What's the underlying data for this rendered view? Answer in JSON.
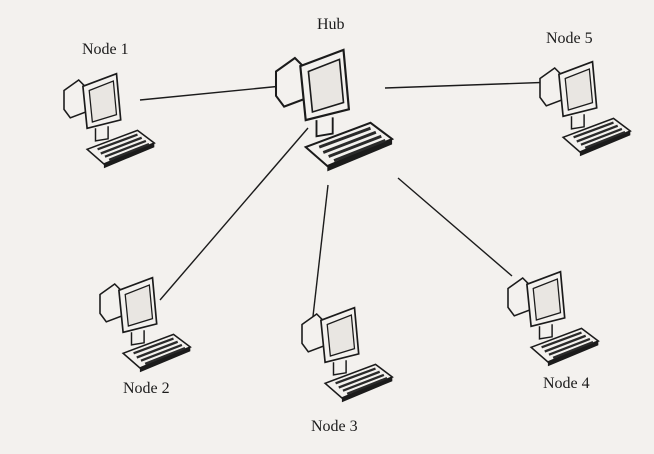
{
  "colors": {
    "background": "#f3f1ee",
    "ink": "#1b1b1b",
    "screen": "#e9e6e2",
    "key": "#2a2a2a"
  },
  "hub": {
    "label": "Hub",
    "icon": "computer-icon"
  },
  "nodes": [
    {
      "id": "node-1",
      "label": "Node 1",
      "icon": "computer-icon"
    },
    {
      "id": "node-2",
      "label": "Node 2",
      "icon": "computer-icon"
    },
    {
      "id": "node-3",
      "label": "Node 3",
      "icon": "computer-icon"
    },
    {
      "id": "node-4",
      "label": "Node 4",
      "icon": "computer-icon"
    },
    {
      "id": "node-5",
      "label": "Node 5",
      "icon": "computer-icon"
    }
  ]
}
